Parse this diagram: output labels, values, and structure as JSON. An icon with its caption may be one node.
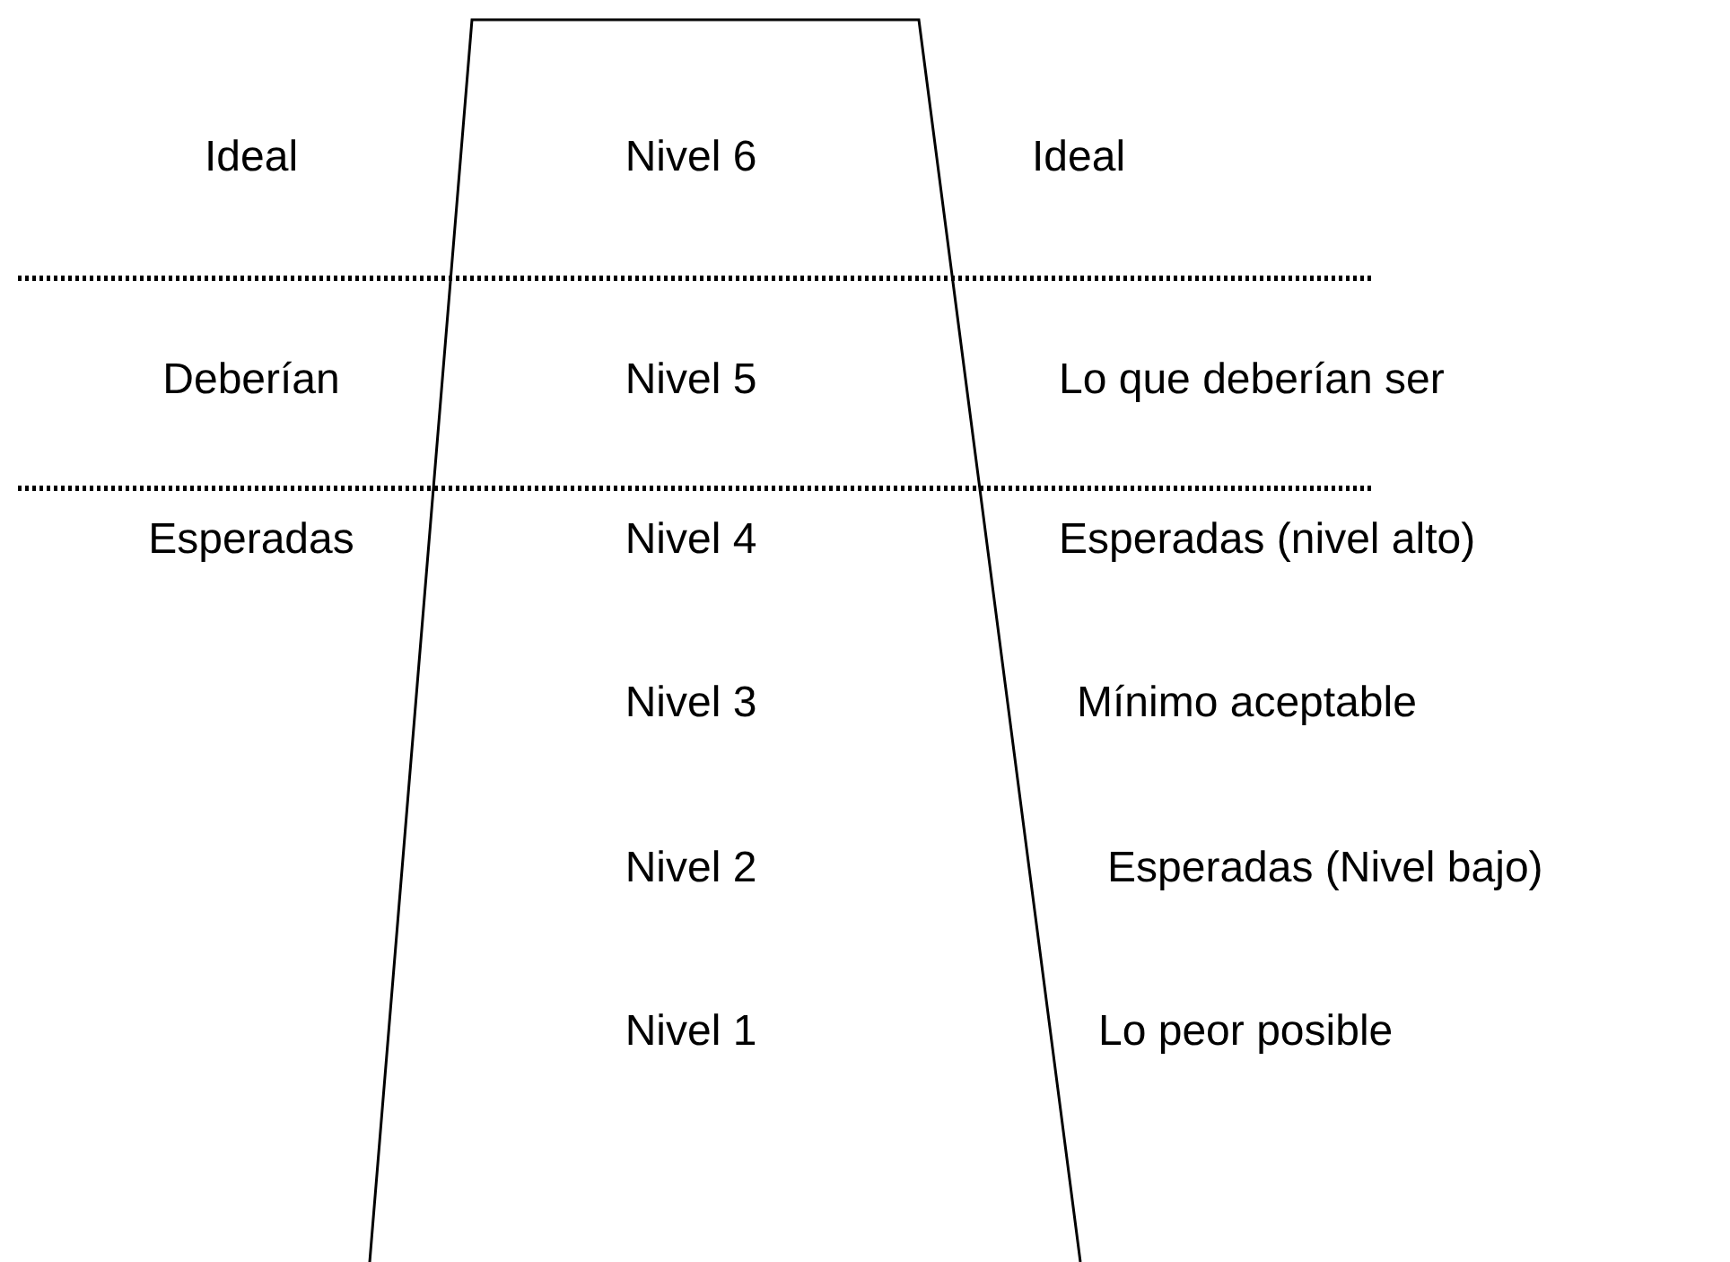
{
  "diagram": {
    "nodes": [
      {
        "text": [
          "Nivel 6",
          "Nivel 5",
          "Nivel 4",
          "Nivel 3",
          "Nivel 2",
          "Nivel 1"
        ]
      }
    ],
    "labels": [
      "Ideal",
      "Ideal",
      "Deberían",
      "Lo que deberían ser",
      "Esperadas",
      "Esperadas (nivel alto)",
      "Mínimo aceptable",
      "Esperadas (Nivel bajo)",
      "Lo peor posible"
    ]
  }
}
